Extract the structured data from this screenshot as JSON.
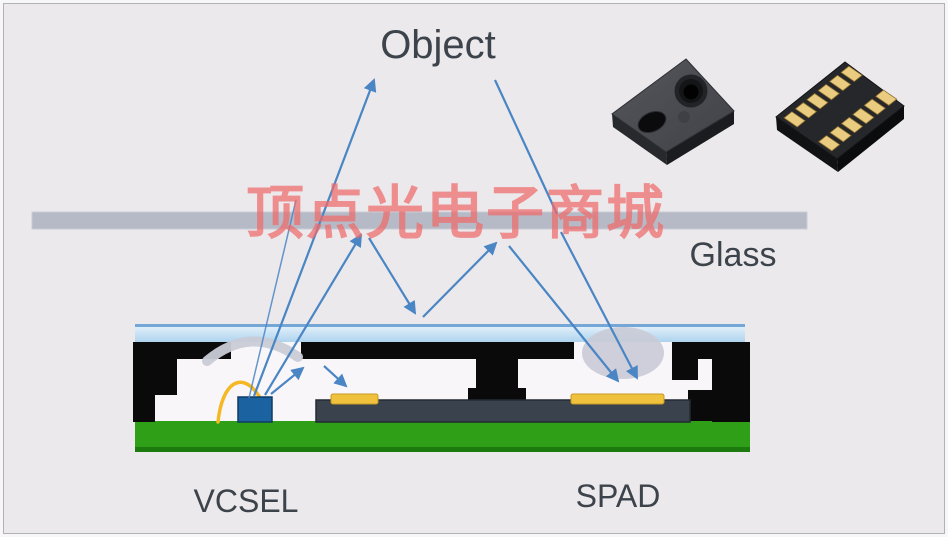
{
  "labels": {
    "object": "Object",
    "glass": "Glass",
    "vcsel": "VCSEL",
    "spad": "SPAD"
  },
  "watermark": {
    "text": "顶点光电子商城",
    "color": "#ee6a6a"
  },
  "colors": {
    "background": "#ebe9ec",
    "label_text": "#3d434b",
    "ray_blue": "#4a85c4",
    "glass_panel_gray": "#b6bac7",
    "cover_glass_blue": "#bcdcf2",
    "package_black": "#0a0a0b",
    "pcb_green": "#2f9f17",
    "pcb_green_dark": "#1c7a0e",
    "vcsel_die_blue": "#1a62a0",
    "spad_die_slate": "#39424d",
    "pad_gold": "#efc13d",
    "bond_wire_yellow": "#f5b823",
    "lens_gray": "#c9cbd6",
    "chip_photo_gray": "#4b4d52",
    "chip_photo_black": "#26272b",
    "chip_pad_gold": "#e9cc80"
  }
}
